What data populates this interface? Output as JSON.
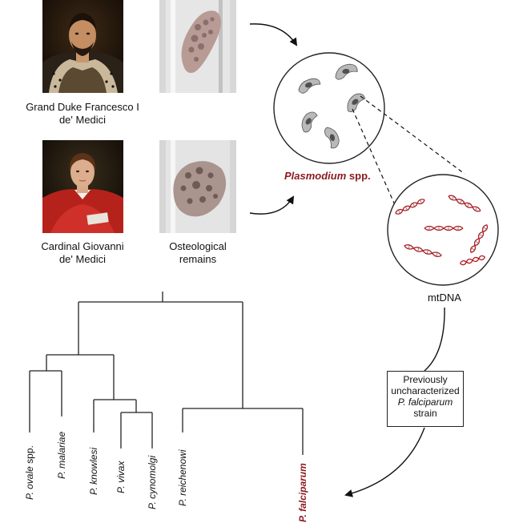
{
  "portraits": [
    {
      "caption_lines": [
        "Grand Duke Francesco I",
        "de' Medici"
      ]
    },
    {
      "caption_lines": [
        "Cardinal Giovanni",
        "de' Medici"
      ]
    }
  ],
  "remains_caption_lines": [
    "Osteological",
    "remains"
  ],
  "plasmodium_label": {
    "genus": "Plasmodium",
    "suffix": " spp."
  },
  "mtdna_label": "mtDNA",
  "strain_box": {
    "line1": "Previously",
    "line2": "uncharacterized",
    "line3": "P. falciparum",
    "line4": "strain"
  },
  "tree_leaves": [
    {
      "species": "P. ovale",
      "suffix": " spp.",
      "highlight": false
    },
    {
      "species": "P. malariae",
      "suffix": "",
      "highlight": false
    },
    {
      "species": "P. knowlesi",
      "suffix": "",
      "highlight": false
    },
    {
      "species": "P. vivax",
      "suffix": "",
      "highlight": false
    },
    {
      "species": "P. cynomolgi",
      "suffix": "",
      "highlight": false
    },
    {
      "species": "P. reichenowi",
      "suffix": "",
      "highlight": false
    },
    {
      "species": "P. falciparum",
      "suffix": "",
      "highlight": true
    }
  ],
  "colors": {
    "highlight": "#8b1a1f",
    "dna_red": "#b01e23",
    "line": "#222222"
  }
}
